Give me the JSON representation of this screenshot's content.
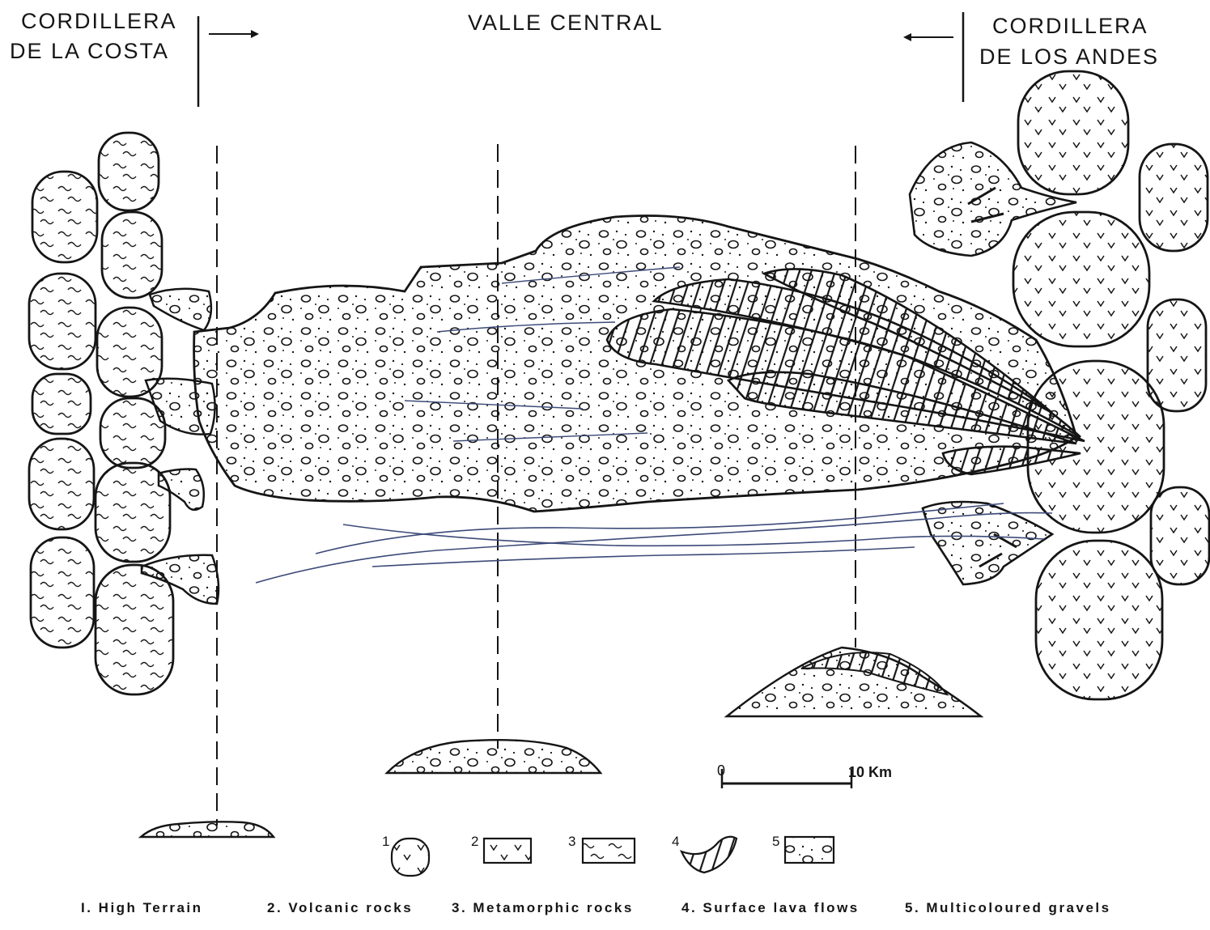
{
  "headers": {
    "left_line1": "CORDILLERA",
    "left_line2": "DE LA COSTA",
    "center": "VALLE   CENTRAL",
    "right_line1": "CORDILLERA",
    "right_line2": "DE LOS  ANDES"
  },
  "scale_bar": {
    "start": "0",
    "end": "10 Km"
  },
  "legend_numbers": [
    "1",
    "2",
    "3",
    "4",
    "5"
  ],
  "legend_captions": [
    "I. High Terrain",
    "2. Volcanic rocks",
    "3. Metamorphic rocks",
    "4. Surface lava flows",
    "5. Multicoloured   gravels"
  ],
  "colors": {
    "ink": "#151515",
    "streams": "#3c4a78",
    "paper": "#ffffff"
  }
}
